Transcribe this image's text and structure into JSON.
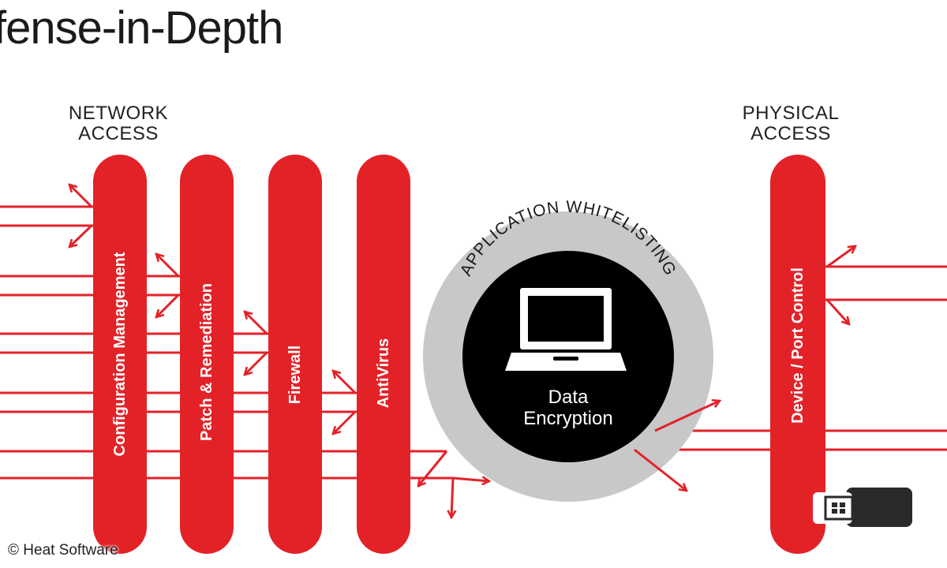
{
  "title": "fense-in-Depth",
  "groups": {
    "network_access": {
      "line1": "NETWORK",
      "line2": "ACCESS"
    },
    "physical_access": {
      "line1": "PHYSICAL",
      "line2": "ACCESS"
    }
  },
  "layers": [
    {
      "label": "Configuration Management"
    },
    {
      "label": "Patch & Remediation"
    },
    {
      "label": "Firewall"
    },
    {
      "label": "AntiVirus"
    },
    {
      "label": "Device / Port Control"
    }
  ],
  "ring": {
    "label": "APPLICATION WHITELISTING"
  },
  "core": {
    "line1": "Data",
    "line2": "Encryption",
    "icon": "laptop-icon"
  },
  "usb": {
    "icon": "usb-stick-icon"
  },
  "credit": "© Heat Software",
  "colors": {
    "layer_red": "#e32228",
    "arrow_red": "#e32228",
    "ring_gray": "#c8c8c8",
    "core_black": "#000000",
    "text_dark": "#1a1a1a"
  }
}
